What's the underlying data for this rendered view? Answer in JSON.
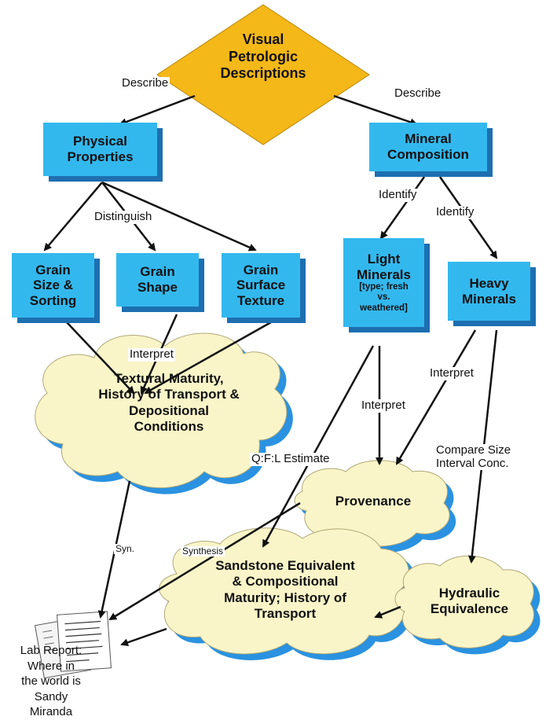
{
  "top": {
    "title": "Visual\nPetrologic\nDescriptions",
    "color": "#f4b818"
  },
  "boxes": {
    "physical": "Physical\nProperties",
    "mineral": "Mineral\nComposition",
    "grain_size": "Grain\nSize &\nSorting",
    "grain_shape": "Grain\nShape",
    "grain_surface": "Grain\nSurface\nTexture",
    "light_title": "Light\nMinerals",
    "light_sub": "[type; fresh\nvs.\nweathered]",
    "heavy": "Heavy\nMinerals"
  },
  "clouds": {
    "textural": "Textural Maturity,\nHistory of Transport &\nDepositional\nConditions",
    "provenance": "Provenance",
    "sandstone": "Sandstone Equivalent\n& Compositional\nMaturity; History of\nTransport",
    "hydraulic": "Hydraulic\nEquivalence"
  },
  "labels": {
    "describe_left": "Describe",
    "describe_right": "Describe",
    "distinguish": "Distinguish",
    "identify_1": "Identify",
    "identify_2": "Identify",
    "interpret_1": "Interpret",
    "interpret_2": "Interpret",
    "interpret_3": "Interpret",
    "qfl": "Q:F:L Estimate",
    "compare": "Compare Size\nInterval Conc.",
    "syn": "Syn.",
    "synthesis": "Synthesis"
  },
  "report": {
    "text": "Lab Report:\nWhere in\nthe world is\nSandy\nMiranda"
  },
  "colors": {
    "box": "#33b8ee",
    "box_shadow": "#1d6fb0",
    "cloud": "#faf5c8",
    "cloud_shadow": "#2a92e0"
  }
}
